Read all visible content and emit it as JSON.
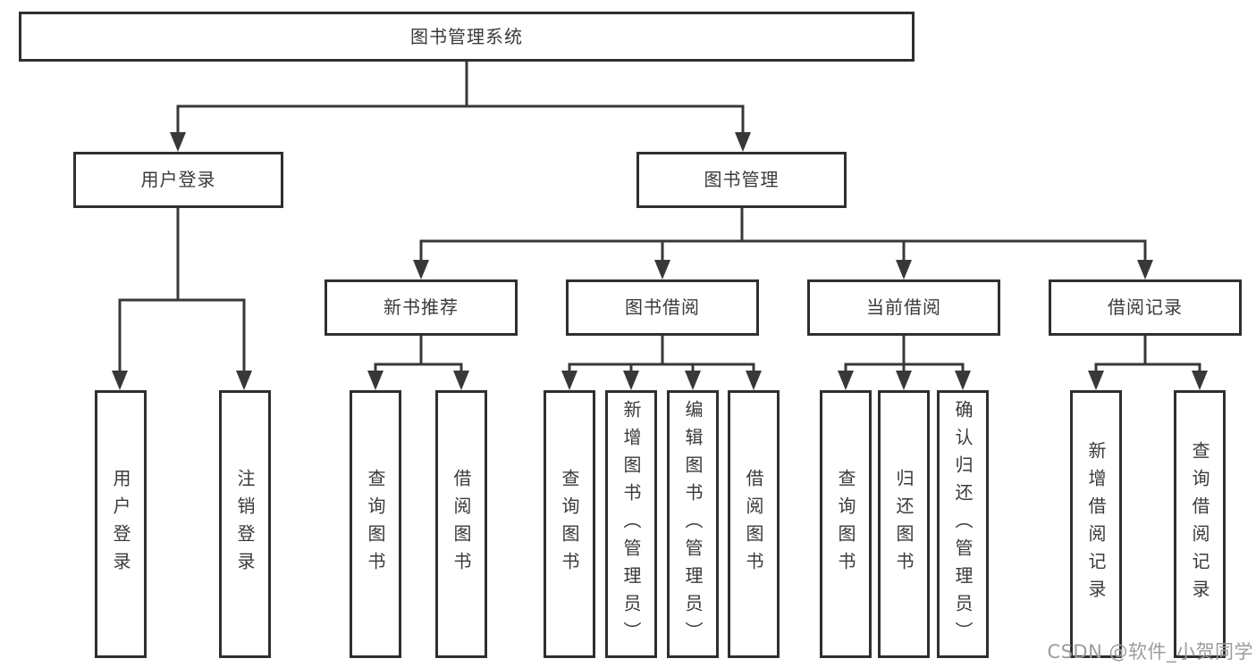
{
  "colors": {
    "background": "#ffffff",
    "line": "#383838",
    "box_border": "#2f2f2f",
    "text": "#3a3a3a",
    "watermark": "#9c9c9c"
  },
  "diagram": {
    "root": {
      "label": "图书管理系统"
    },
    "user_login": {
      "label": "用户登录",
      "children": [
        {
          "label": "用户登录"
        },
        {
          "label": "注销登录"
        }
      ]
    },
    "book_management": {
      "label": "图书管理",
      "modules": [
        {
          "label": "新书推荐",
          "children": [
            {
              "label": "查询图书"
            },
            {
              "label": "借阅图书"
            }
          ]
        },
        {
          "label": "图书借阅",
          "children": [
            {
              "label": "查询图书"
            },
            {
              "label": "新增图书（管理员）"
            },
            {
              "label": "编辑图书（管理员）"
            },
            {
              "label": "借阅图书"
            }
          ]
        },
        {
          "label": "当前借阅",
          "children": [
            {
              "label": "查询图书"
            },
            {
              "label": "归还图书"
            },
            {
              "label": "确认归还（管理员）"
            }
          ]
        },
        {
          "label": "借阅记录",
          "children": [
            {
              "label": "新增借阅记录"
            },
            {
              "label": "查询借阅记录"
            }
          ]
        }
      ]
    }
  },
  "watermark": {
    "text": "CSDN @软件_小贺同学"
  }
}
